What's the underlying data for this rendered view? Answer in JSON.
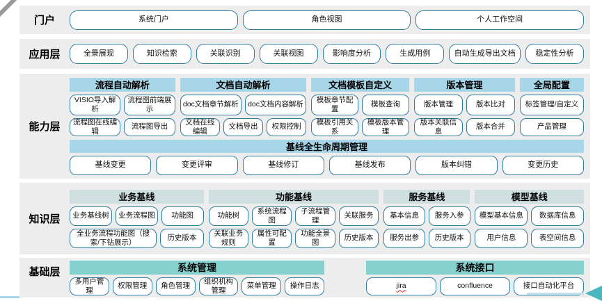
{
  "colors": {
    "band_background": "#ededed",
    "button_border": "#2e7d9e",
    "capability_header": "#a7d6e9",
    "knowledge_header": "#cfdedf",
    "base_header": "#84d1cf",
    "arrow_accent": "#4ab5bd",
    "misspell_underline": "#e03a3a"
  },
  "layers": {
    "portal": {
      "label": "门户",
      "buttons": [
        "系统门户",
        "角色视图",
        "个人工作空间"
      ]
    },
    "application": {
      "label": "应用层",
      "buttons": [
        "全景展现",
        "知识检索",
        "关联识别",
        "关联视图",
        "影响度分析",
        "生成用例",
        "自动生成导出文档",
        "稳定性分析"
      ]
    },
    "capability": {
      "label": "能力层",
      "groups": [
        {
          "title": "流程自动解析",
          "rows": [
            [
              "VISIO导入解析",
              "流程图前端展示"
            ],
            [
              "流程图在线编辑",
              "流程图导出"
            ]
          ]
        },
        {
          "title": "文档自动解析",
          "rows": [
            [
              "doc文档章节解析",
              "doc文档内容解析"
            ],
            [
              "文档在线编辑",
              "文档导出",
              "权限控制"
            ]
          ]
        },
        {
          "title": "文档模板自定义",
          "rows": [
            [
              "模板章节配置",
              "模板查询"
            ],
            [
              "模板引用关系",
              "模板版本管理"
            ]
          ]
        },
        {
          "title": "版本管理",
          "rows": [
            [
              "版本管理",
              "版本比对"
            ],
            [
              "版本关联信息",
              "版本合并"
            ]
          ]
        },
        {
          "title": "全局配置",
          "rows": [
            [
              "标签管理/自定义"
            ],
            [
              "产品管理"
            ]
          ]
        }
      ],
      "baseline": {
        "title": "基线全生命周期管理",
        "buttons": [
          "基线变更",
          "变更评审",
          "基线修订",
          "基线发布",
          "版本纠错",
          "变更历史"
        ]
      }
    },
    "knowledge": {
      "label": "知识层",
      "groups": [
        {
          "title": "业务基线",
          "rows": [
            [
              "业务基线树",
              "业务流程图",
              "功能图"
            ],
            [
              "全业务流程功能图（搜索/下钻展示）",
              "历史版本"
            ]
          ]
        },
        {
          "title": "功能基线",
          "rows": [
            [
              "功能树",
              "系统流程图",
              "子流程管理",
              "关联服务"
            ],
            [
              "关联业务规则",
              "属性可配置",
              "功能全景图",
              "历史版本"
            ]
          ]
        },
        {
          "title": "服务基线",
          "rows": [
            [
              "基本信息",
              "服务入参"
            ],
            [
              "服务出参",
              "历史版本"
            ]
          ]
        },
        {
          "title": "模型基线",
          "rows": [
            [
              "模型基本信息",
              "数据库信息"
            ],
            [
              "用户信息",
              "表空间信息"
            ]
          ]
        }
      ]
    },
    "base": {
      "label": "基础层",
      "groups": [
        {
          "title": "系统管理",
          "buttons": [
            "多用户管理",
            "权限管理",
            "角色管理",
            "组织机构管理",
            "菜单管理",
            "操作日志"
          ]
        },
        {
          "title": "系统接口",
          "buttons": [
            "jira",
            "confluence",
            "接口自动化平台"
          ]
        }
      ]
    }
  }
}
